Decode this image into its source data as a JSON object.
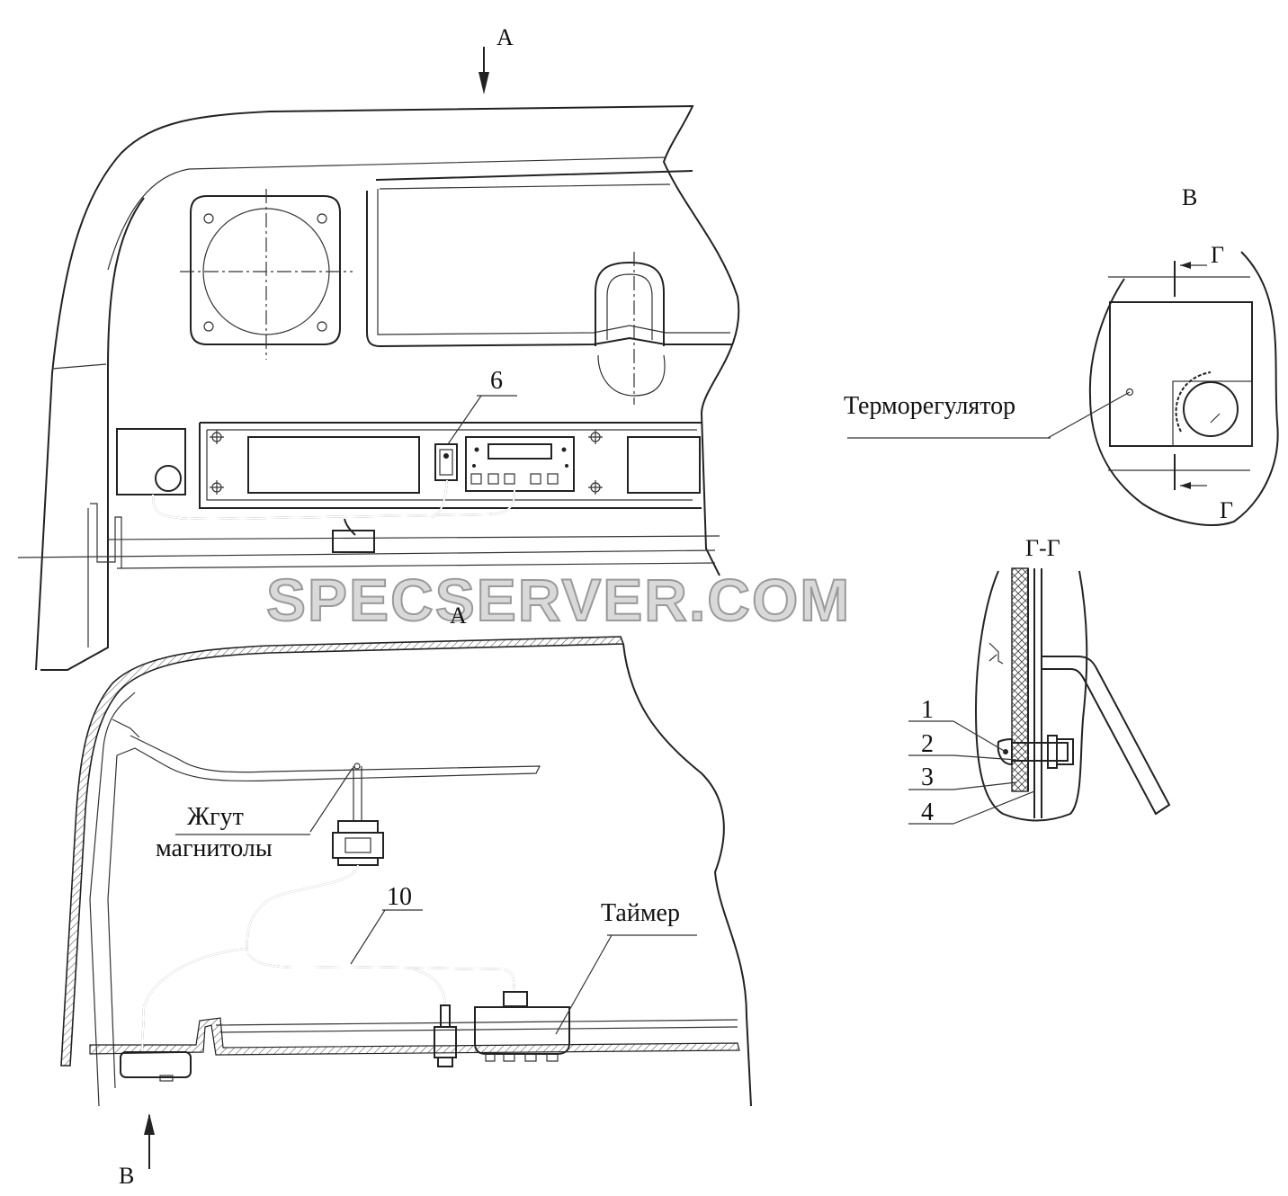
{
  "labels": {
    "view_a_top": "А",
    "view_a_bottom": "А",
    "view_b": "В",
    "view_b_title": "В",
    "section_mark_top": "Г",
    "section_mark_bottom": "Г",
    "section_title": "Г-Г",
    "thermostat": "Терморегулятор",
    "timer": "Таймер",
    "radio_harness_line1": "Жгут",
    "radio_harness_line2": "магнитолы",
    "callout_6": "6",
    "callout_10": "10",
    "callout_1": "1",
    "callout_2": "2",
    "callout_3": "3",
    "callout_4": "4"
  },
  "watermark": "SPECSERVER.COM"
}
